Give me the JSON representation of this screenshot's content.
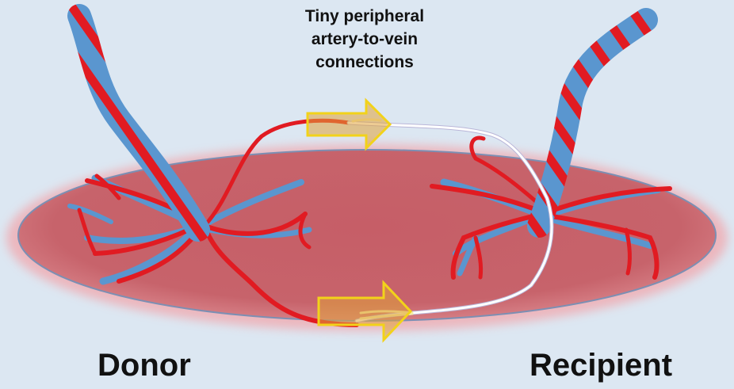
{
  "caption": {
    "line1": "Tiny peripheral",
    "line2": "artery-to-vein",
    "line3": "connections"
  },
  "labels": {
    "donor": "Donor",
    "recipient": "Recipient"
  },
  "colors": {
    "background": "#dce7f2",
    "placenta_fill": "#c9646c",
    "placenta_glow": "#f19aa0",
    "artery": "#e11b22",
    "vein": "#4f90cc",
    "connection": "#ffffff",
    "arrow_outline": "#f2d21a",
    "arrow_fill": "#e0a33a"
  }
}
